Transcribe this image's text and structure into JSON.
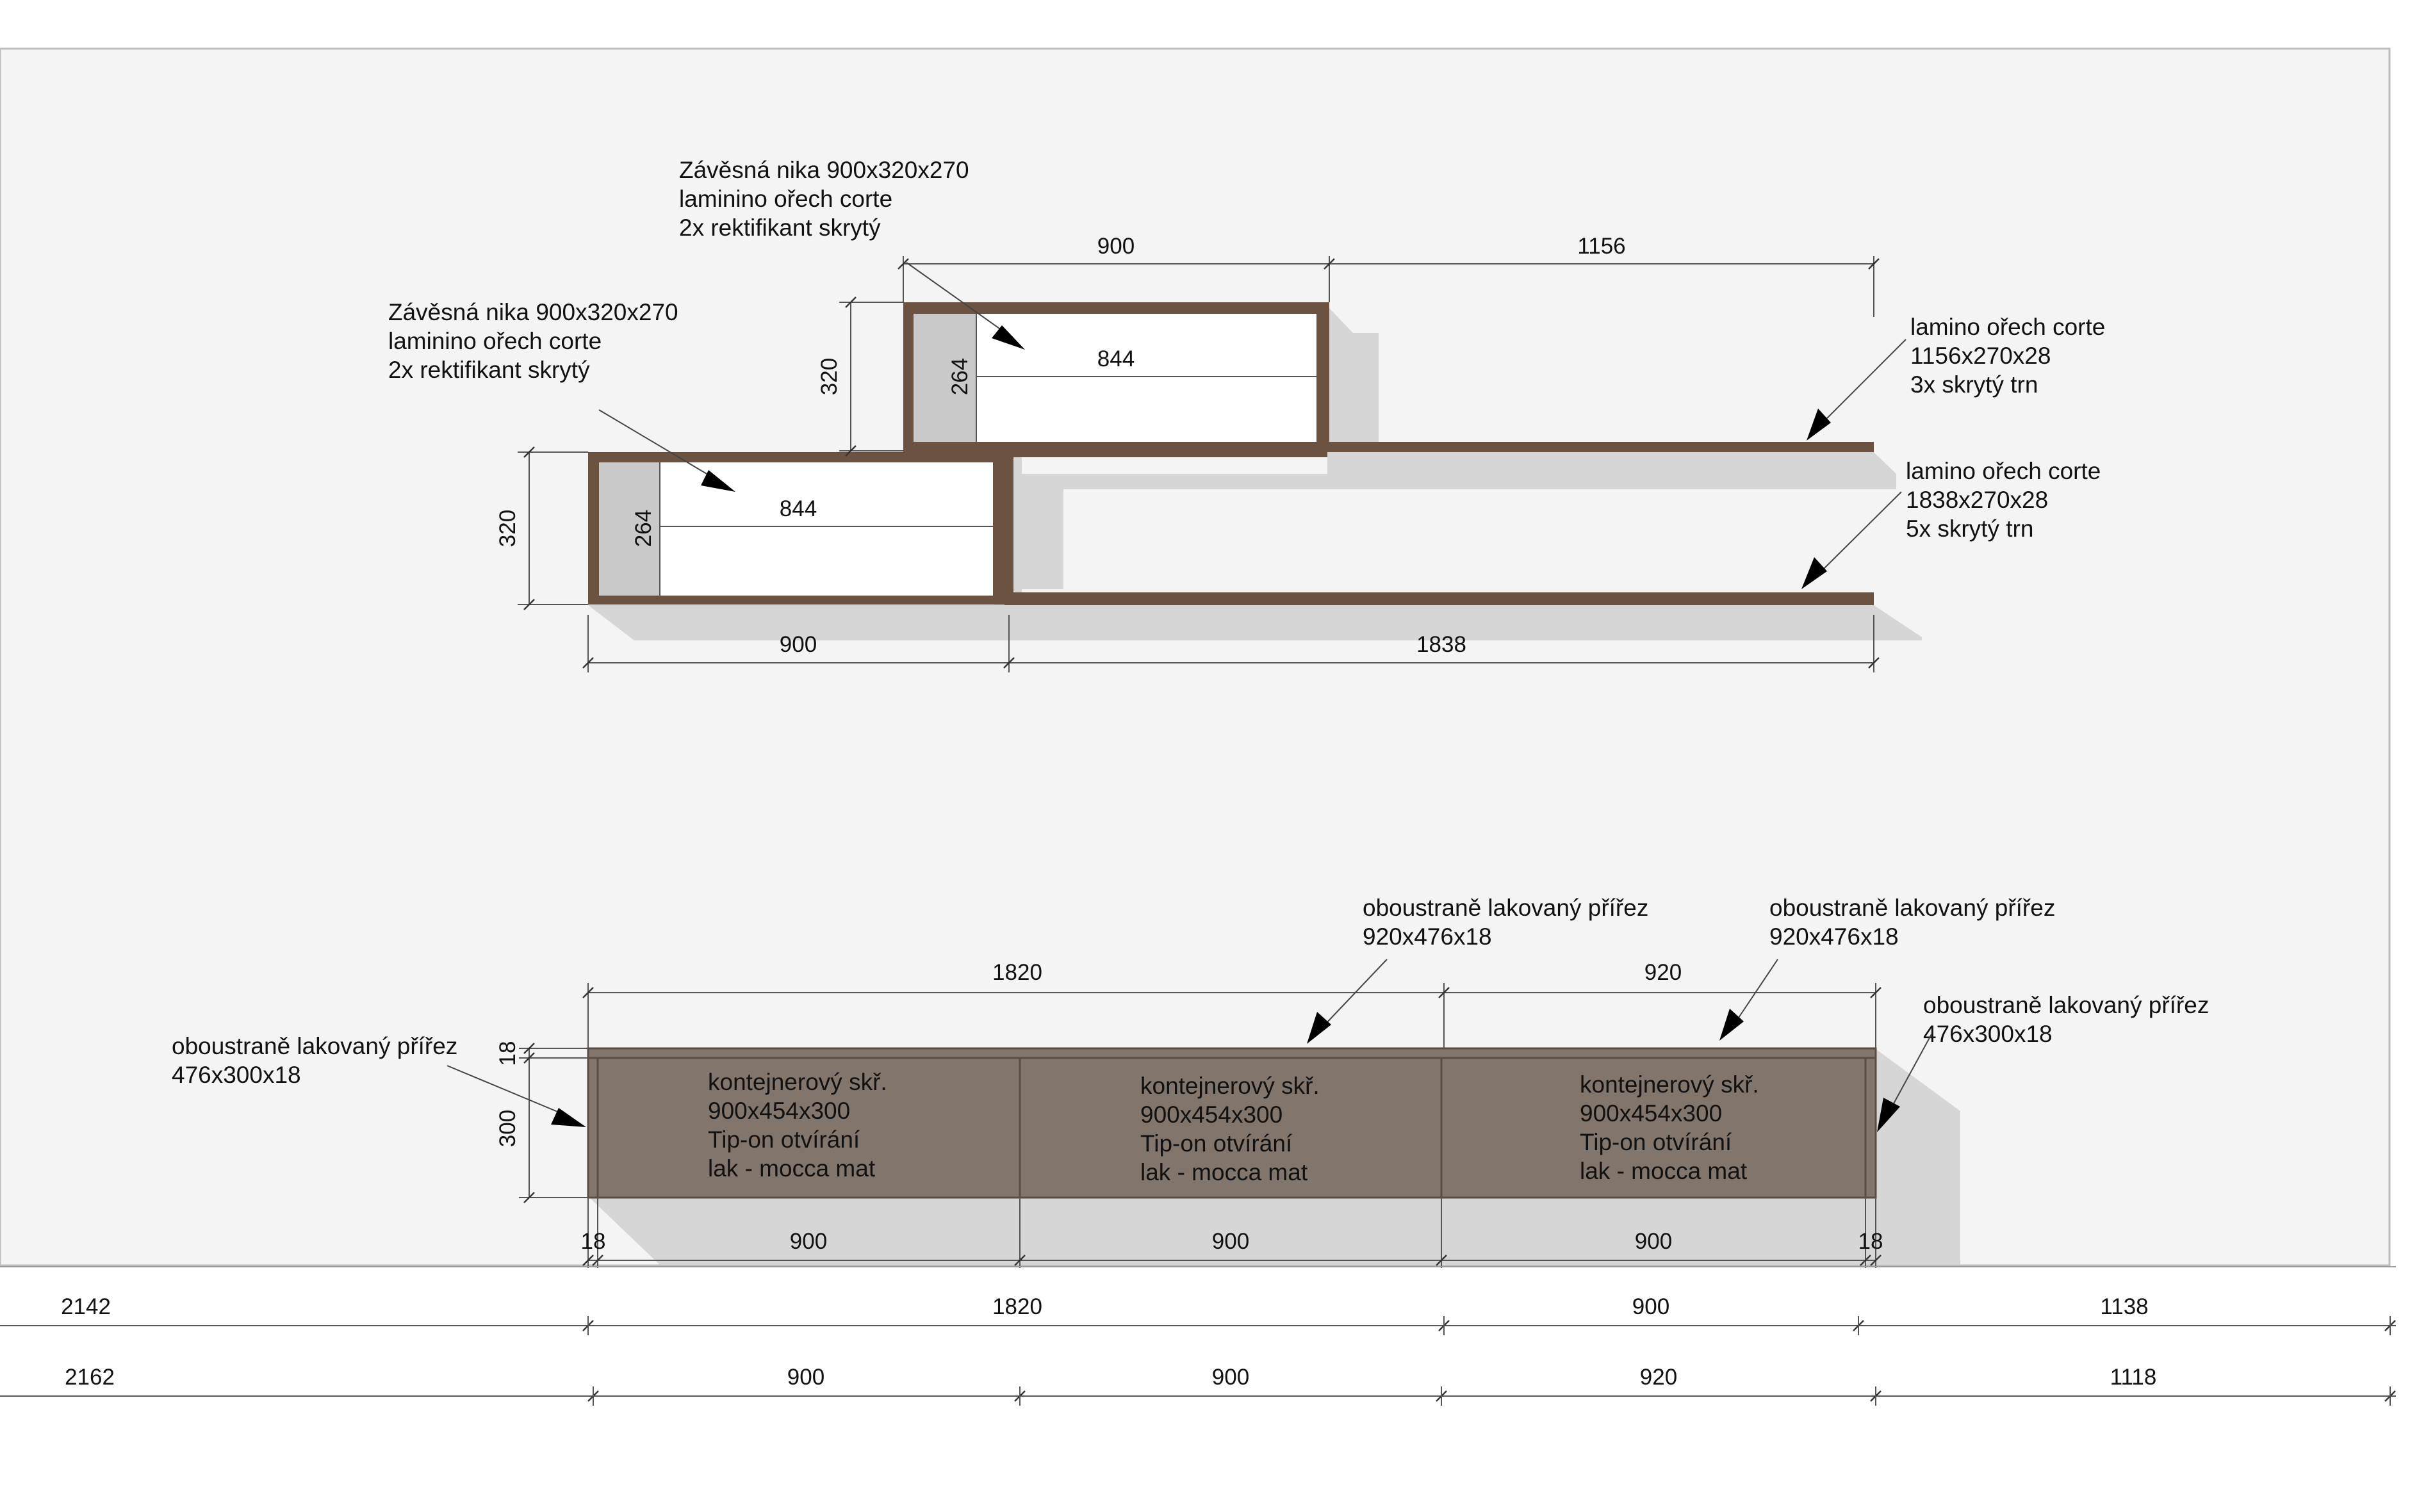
{
  "colors": {
    "sheet": "#f4f4f4",
    "sheet_border": "#bdbdbd",
    "walnut": "#6b5241",
    "walnut_inner": "#8b7160",
    "shadow": "#d6d6d6",
    "mocca": "#82756c",
    "mocca_dark": "#5b4d44",
    "dim_line": "#555555"
  },
  "shelves": {
    "upper_niche": {
      "note": [
        "Závěsná nika 900x320x270",
        "laminino ořech corte",
        "2x rektifikant skrytý"
      ],
      "width": "900",
      "height": "320",
      "inner_height": "264",
      "inner_width": "844"
    },
    "lower_niche": {
      "note": [
        "Závěsná nika 900x320x270",
        "laminino ořech corte",
        "2x rektifikant skrytý"
      ],
      "width": "900",
      "height": "320",
      "inner_height": "264",
      "inner_width": "844"
    },
    "upper_shelf": {
      "note": [
        "lamino ořech corte",
        "1156x270x28",
        "3x skrytý trn"
      ],
      "width": "1156"
    },
    "lower_shelf": {
      "note": [
        "lamino ořech corte",
        "1838x270x28",
        "5x skrytý trn"
      ],
      "width": "1838"
    }
  },
  "cabinet": {
    "total_width": "1820",
    "right_width": "920",
    "top_thickness": "18",
    "height": "300",
    "left_panel_note": [
      "oboustraně lakovaný přířez",
      "476x300x18"
    ],
    "right_panel_note": [
      "oboustraně lakovaný přířez",
      "476x300x18"
    ],
    "top_panel_note_1": [
      "oboustraně lakovaný přířez",
      "920x476x18"
    ],
    "top_panel_note_2": [
      "oboustraně lakovaný přířez",
      "920x476x18"
    ],
    "containers": [
      {
        "lines": [
          "kontejnerový skř.",
          "900x454x300",
          "Tip-on otvírání",
          "lak - mocca mat"
        ]
      },
      {
        "lines": [
          "kontejnerový skř.",
          "900x454x300",
          "Tip-on otvírání",
          "lak - mocca mat"
        ]
      },
      {
        "lines": [
          "kontejnerový skř.",
          "900x454x300",
          "Tip-on otvírání",
          "lak - mocca mat"
        ]
      }
    ],
    "bottom_dims": [
      "18",
      "900",
      "900",
      "900",
      "18"
    ]
  },
  "wall_dims": {
    "row1": [
      "2142",
      "1820",
      "900",
      "1138"
    ],
    "row2": [
      "2162",
      "900",
      "900",
      "920",
      "1118"
    ]
  }
}
